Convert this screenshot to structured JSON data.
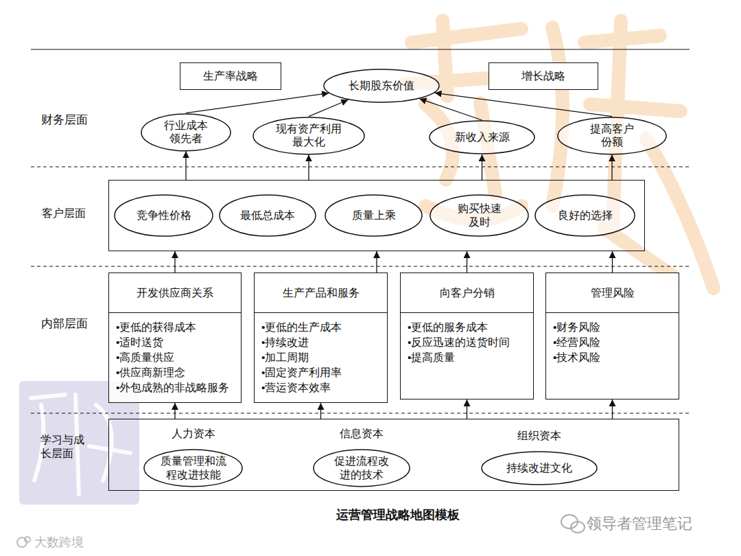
{
  "diagram": {
    "title": "运营管理战略地图模板",
    "nodes": [
      {
        "text": [
          "生产率战略"
        ]
      },
      {
        "text": [
          "长期股东价值"
        ]
      },
      {
        "text": [
          "增长战略"
        ]
      },
      {
        "text": [
          "行业成本领先者"
        ]
      },
      {
        "text": [
          "现有资产利用最大化"
        ]
      },
      {
        "text": [
          "新收入来源"
        ]
      },
      {
        "text": [
          "提高客户份额"
        ]
      },
      {
        "text": [
          "客户层面"
        ]
      },
      {
        "text": [
          "竞争性价格"
        ],
        "in": 7
      },
      {
        "text": [
          "最低总成本"
        ],
        "in": 7
      },
      {
        "text": [
          "质量上乘"
        ],
        "in": 7
      },
      {
        "text": [
          "购买快速及时"
        ],
        "in": 7
      },
      {
        "text": [
          "良好的选择"
        ],
        "in": 7
      },
      {
        "text": [
          "开发供应商关系",
          "•更低的获得成本",
          "•适时送货",
          "•高质量供应",
          "•供应商新理念",
          "•外包成熟的非战略服务"
        ]
      },
      {
        "text": [
          "生产产品和服务",
          "•更低的生产成本",
          "•持续改进",
          "•加工周期",
          "•固定资产利用率",
          "•营运资本效率"
        ]
      },
      {
        "text": [
          "向客户分销",
          "•更低的服务成本",
          "•反应迅速的送货时间",
          "•提高质量"
        ]
      },
      {
        "text": [
          "管理风险",
          "•财务风险",
          "•经营风险",
          "•技术风险"
        ]
      },
      {
        "text": [
          "学习与成长层面"
        ]
      },
      {
        "text": [
          "人力资本",
          "质量管理和流程改进技能"
        ],
        "in": 17
      },
      {
        "text": [
          "信息资本",
          "促进流程改进的技术"
        ],
        "in": 17
      },
      {
        "text": [
          "组织资本",
          "持续改进文化"
        ],
        "in": 17
      }
    ],
    "edges": [
      {
        "from": 3,
        "to": 1,
        "arrow": "to"
      },
      {
        "from": 4,
        "to": 1,
        "arrow": "to"
      },
      {
        "from": 5,
        "to": 1,
        "arrow": "to"
      },
      {
        "from": 6,
        "to": 1,
        "arrow": "to"
      },
      {
        "from": 7,
        "to": 3,
        "arrow": "to"
      },
      {
        "from": 7,
        "to": 4,
        "arrow": "to"
      },
      {
        "from": 7,
        "to": 5,
        "arrow": "to"
      },
      {
        "from": 7,
        "to": 6,
        "arrow": "to"
      },
      {
        "from": 13,
        "to": 7,
        "arrow": "to"
      },
      {
        "from": 14,
        "to": 7,
        "arrow": "to"
      },
      {
        "from": 15,
        "to": 7,
        "arrow": "to"
      },
      {
        "from": 16,
        "to": 7,
        "arrow": "to"
      },
      {
        "from": 17,
        "to": 13,
        "arrow": "to"
      },
      {
        "from": 17,
        "to": 14,
        "arrow": "to"
      },
      {
        "from": 17,
        "to": 15,
        "arrow": "to"
      },
      {
        "from": 17,
        "to": 16,
        "arrow": "to"
      }
    ],
    "labels": [
      "财务层面",
      "内部层面",
      "领导者管理笔记",
      "大数跨境"
    ]
  }
}
